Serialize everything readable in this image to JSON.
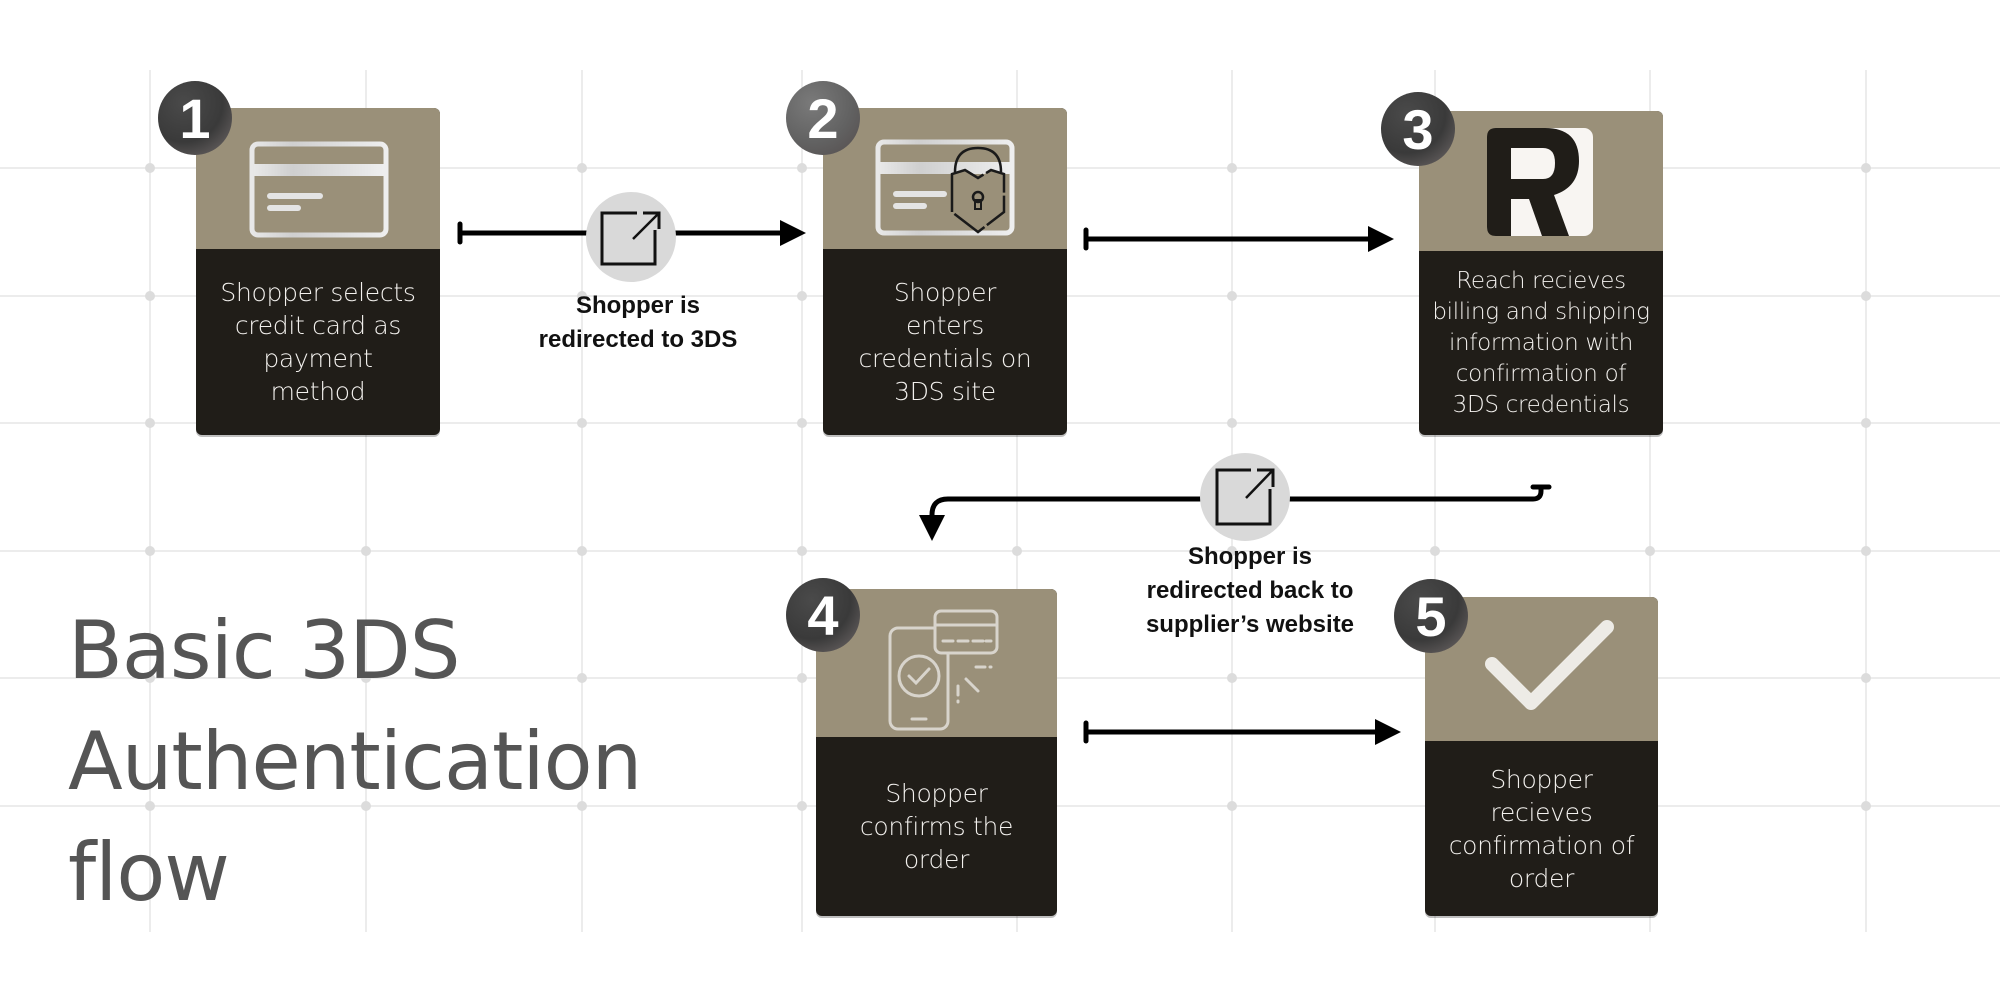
{
  "title": [
    "Basic 3DS",
    "Authentication",
    "flow"
  ],
  "colors": {
    "card_top": "#9a9079",
    "card_bottom": "#201d18",
    "card_text": "#f3f1ee",
    "title": "#555555",
    "grid": "#e6e6e6",
    "connector": "#000000",
    "redirect_circle": "#d9d9d9"
  },
  "steps": [
    {
      "number": "1",
      "icon": "credit-card-icon",
      "text": [
        "Shopper selects",
        "credit card as",
        "payment",
        "method"
      ]
    },
    {
      "number": "2",
      "icon": "secure-card-lock-icon",
      "text": [
        "Shopper",
        "enters",
        "credentials on",
        "3DS site"
      ]
    },
    {
      "number": "3",
      "icon": "reach-logo-icon",
      "logo_letter": "R",
      "text": [
        "Reach recieves",
        "billing and shipping",
        "information with",
        "confirmation of",
        "3DS credentials"
      ]
    },
    {
      "number": "4",
      "icon": "mobile-payment-confirm-icon",
      "text": [
        "Shopper",
        "confirms the",
        "order"
      ]
    },
    {
      "number": "5",
      "icon": "checkmark-icon",
      "text": [
        "Shopper",
        "recieves",
        "confirmation of",
        "order"
      ]
    }
  ],
  "connectors": [
    {
      "from": "1",
      "to": "2",
      "icon": "external-redirect-icon",
      "label": [
        "Shopper is",
        "redirected to 3DS"
      ]
    },
    {
      "from": "2",
      "to": "3",
      "icon": null,
      "label": []
    },
    {
      "from": "3",
      "to": "4",
      "icon": "external-redirect-icon",
      "label": [
        "Shopper is",
        "redirected back to",
        "supplier’s website"
      ]
    },
    {
      "from": "4",
      "to": "5",
      "icon": null,
      "label": []
    }
  ]
}
